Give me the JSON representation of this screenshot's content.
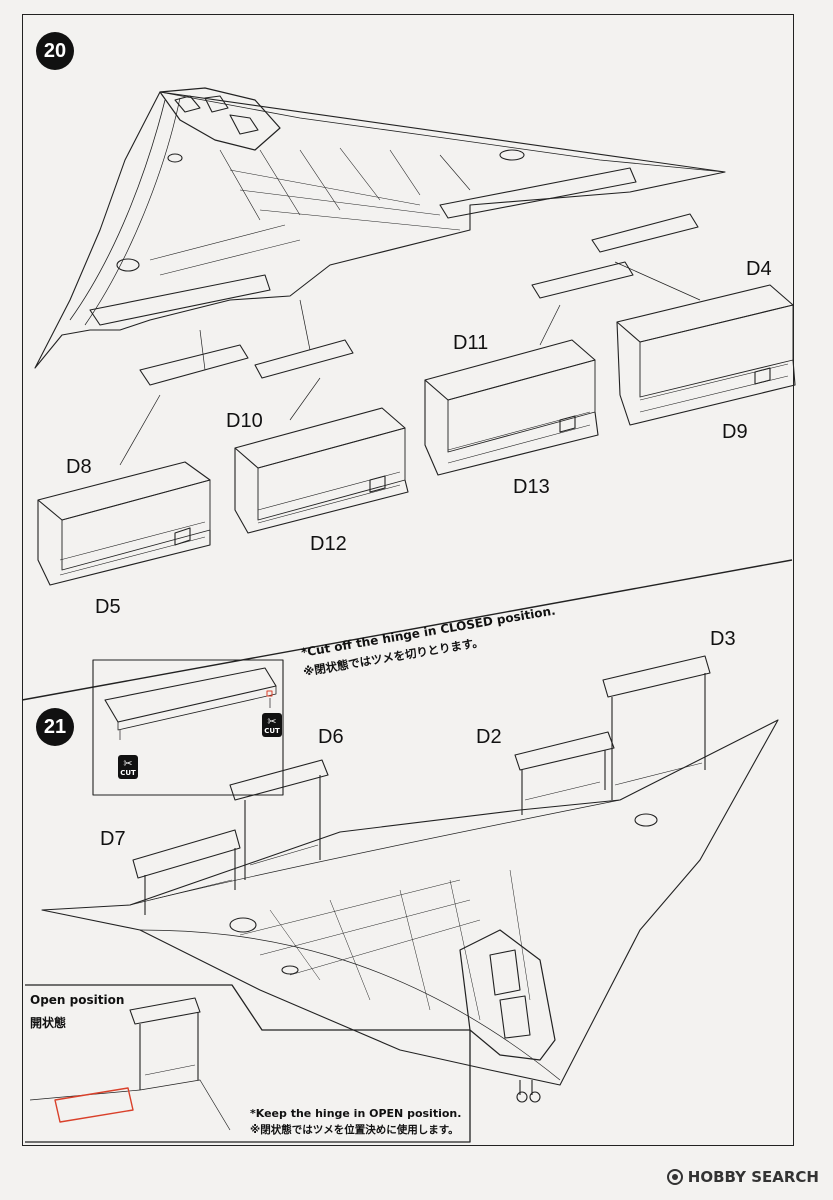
{
  "steps": {
    "step20": "20",
    "step21": "21"
  },
  "parts": {
    "D4": "D4",
    "D9": "D9",
    "D11": "D11",
    "D13": "D13",
    "D10": "D10",
    "D12": "D12",
    "D8": "D8",
    "D5": "D5",
    "D3": "D3",
    "D2": "D2",
    "D6": "D6",
    "D7": "D7"
  },
  "notes": {
    "cut_hinge_en": "*Cut off the hinge in CLOSED position.",
    "cut_hinge_jp": "※閉状態ではツメを切りとります。",
    "keep_hinge_en": "*Keep the hinge in OPEN position.",
    "keep_hinge_jp": "※閉状態ではツメを位置決めに使用します。"
  },
  "cut_badge": "CUT",
  "open_inset": {
    "title_en": "Open position",
    "title_jp": "開状態"
  },
  "watermark": "HOBBY SEARCH",
  "colors": {
    "ink": "#1a1a1a",
    "paper": "#f3f2f0",
    "highlight": "#d9402a"
  }
}
